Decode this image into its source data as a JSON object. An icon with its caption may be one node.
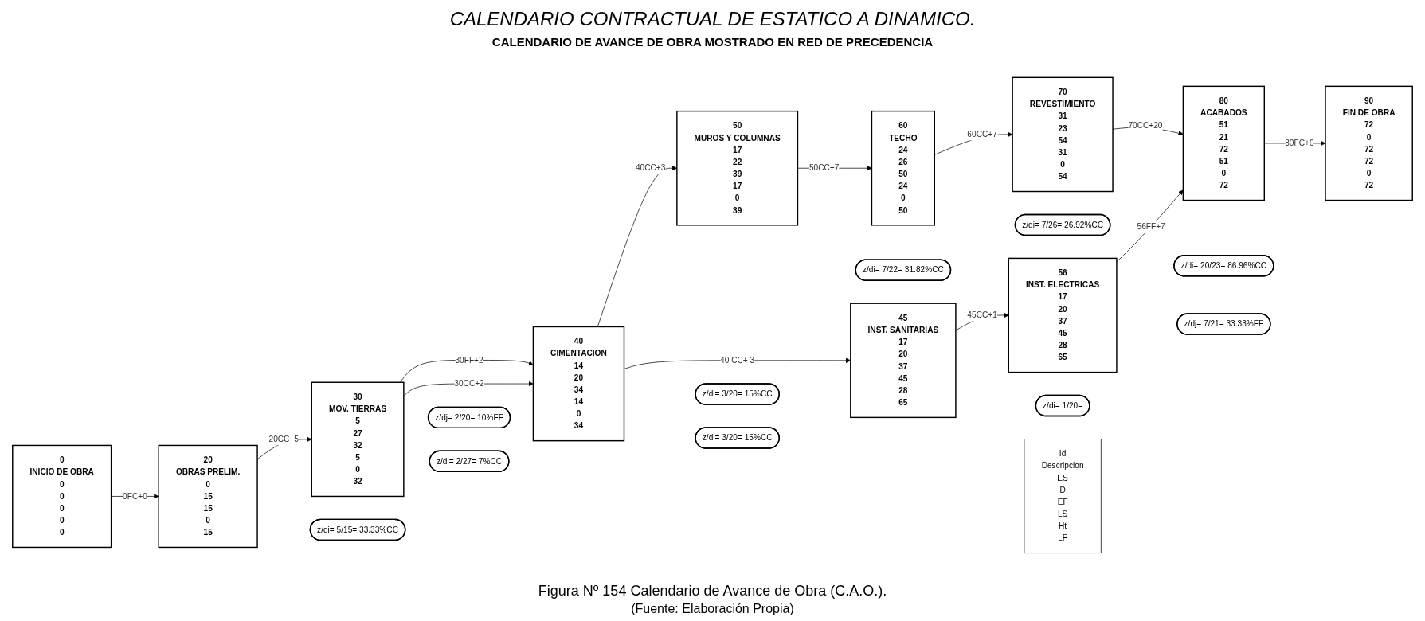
{
  "diagram": {
    "title": "CALENDARIO CONTRACTUAL DE ESTATICO A DINAMICO.",
    "caption": "Figura Nº 154 Calendario de Avance de Obra (C.A.O.).",
    "nodes": [
      {
        "text": [
          "0",
          "INICIO DE OBRA",
          "0",
          "0",
          "0",
          "0",
          "0"
        ]
      },
      {
        "text": [
          "20",
          "OBRAS PRELIM.",
          "0",
          "15",
          "15",
          "0",
          "15"
        ]
      },
      {
        "text": [
          "30",
          "MOV. TIERRAS",
          "5",
          "27",
          "32",
          "5",
          "0",
          "32"
        ]
      },
      {
        "text": [
          "40",
          "CIMENTACION",
          "14",
          "20",
          "34",
          "14",
          "0",
          "34"
        ]
      },
      {
        "text": [
          "50",
          "MUROS Y COLUMNAS",
          "17",
          "22",
          "39",
          "17",
          "0",
          "39"
        ]
      },
      {
        "text": [
          "60",
          "TECHO",
          "24",
          "26",
          "50",
          "24",
          "0",
          "50"
        ]
      },
      {
        "text": [
          "70",
          "REVESTIMIENTO",
          "31",
          "23",
          "54",
          "31",
          "0",
          "54"
        ]
      },
      {
        "text": [
          "80",
          "ACABADOS",
          "51",
          "21",
          "72",
          "51",
          "0",
          "72"
        ]
      },
      {
        "text": [
          "90",
          "FIN DE OBRA",
          "72",
          "0",
          "72",
          "72",
          "0",
          "72"
        ]
      },
      {
        "text": [
          "45",
          "INST. SANITARIAS",
          "17",
          "20",
          "37",
          "45",
          "28",
          "65"
        ]
      },
      {
        "text": [
          "56",
          "INST. ELECTRICAS",
          "17",
          "20",
          "37",
          "45",
          "28",
          "65"
        ]
      },
      {
        "text": [
          "z/dj= 2/20= 10%FF"
        ]
      },
      {
        "text": [
          "z/di= 5/15= 33.33%CC"
        ]
      },
      {
        "text": [
          "z/di= 3/20= 15%CC"
        ]
      },
      {
        "text": [
          "z/di= 7/22= 31.82%CC"
        ]
      },
      {
        "text": [
          "z/di= 7/26= 26.92%CC"
        ]
      },
      {
        "text": [
          "z/di= 20/23= 86.96%CC"
        ]
      },
      {
        "text": [
          "z/di= 2/27= 7%CC"
        ]
      },
      {
        "text": [
          "z/di= 3/20= 15%CC"
        ]
      },
      {
        "text": [
          "z/di= 1/20="
        ]
      },
      {
        "text": [
          "z/dj= 7/21= 33.33%FF"
        ]
      },
      {
        "text": [
          "Id",
          "Descripcion",
          "ES",
          "D",
          "EF",
          "LS",
          "Ht",
          "LF"
        ]
      }
    ],
    "edges": [
      {
        "from": 0,
        "to": 1,
        "arrow": "to",
        "label": "0FC+0"
      },
      {
        "from": 1,
        "to": 2,
        "arrow": "to",
        "label": "20CC+5"
      },
      {
        "from": 2,
        "to": 3,
        "arrow": "to",
        "label": "30FF+2"
      },
      {
        "from": 2,
        "to": 3,
        "arrow": "to",
        "label": "30CC+2"
      },
      {
        "from": 3,
        "to": 4,
        "arrow": "to",
        "label": "40CC+3"
      },
      {
        "from": 3,
        "to": 9,
        "arrow": "to",
        "label": "40 CC+ 3"
      },
      {
        "from": 4,
        "to": 5,
        "arrow": "to",
        "label": "50CC+7"
      },
      {
        "from": 5,
        "to": 6,
        "arrow": "to",
        "label": "60CC+7"
      },
      {
        "from": 6,
        "to": 7,
        "arrow": "to",
        "label": "70CC+20"
      },
      {
        "from": 7,
        "to": 8,
        "arrow": "to",
        "label": "80FC+0"
      },
      {
        "from": 9,
        "to": 10,
        "arrow": "to",
        "label": "45CC+1"
      },
      {
        "from": 10,
        "to": 7,
        "arrow": "to",
        "label": "56FF+7"
      }
    ],
    "labels": [
      "CALENDARIO DE AVANCE DE OBRA MOSTRADO EN RED DE PRECEDENCIA",
      "(Fuente: Elaboración Propia)"
    ]
  }
}
